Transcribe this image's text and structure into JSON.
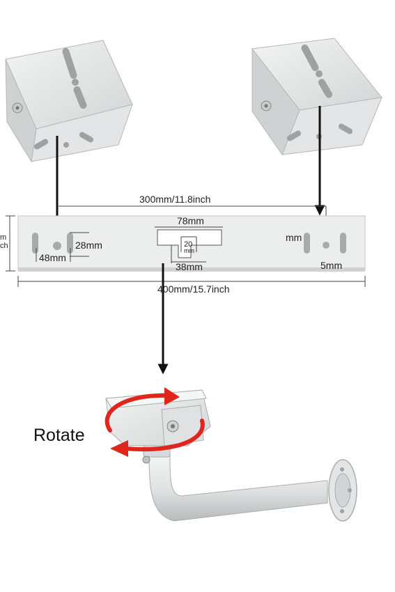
{
  "colors": {
    "metal": "#eceeee",
    "metal_shade": "#c9cccd",
    "metal_dark": "#a9adae",
    "line": "#333333",
    "arrow": "#111111",
    "rotate_arrow": "#e0261c"
  },
  "dimensions": {
    "top_span": "300mm/11.8inch",
    "bottom_span": "400mm/15.7inch",
    "slot_left_width": "48mm",
    "slot_left_height": "28mm",
    "center_outer": "78mm",
    "center_inner_top": "20",
    "center_inner_unit": "mm",
    "center_bottom": "38mm",
    "right_slot_label": "mm",
    "right_slot_small": "5mm",
    "left_height_top": "m",
    "left_height_bottom": "ch"
  },
  "labels": {
    "rotate": "Rotate"
  },
  "icons": {
    "rotate": "rotate-arrows-icon",
    "down_arrow": "down-arrow-icon"
  }
}
